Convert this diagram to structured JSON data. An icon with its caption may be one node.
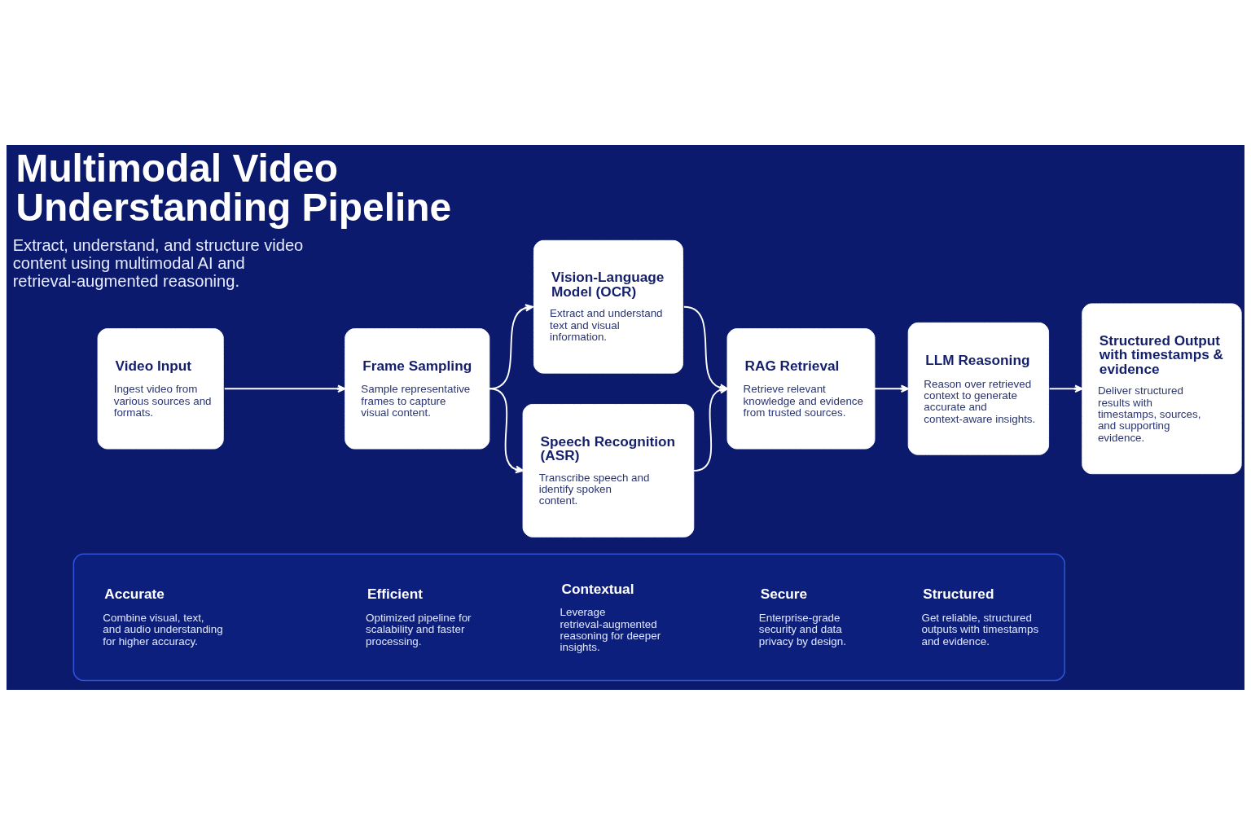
{
  "diagram": {
    "title": "Multimodal Video Understanding Pipeline",
    "nodes": [
      {
        "text": [
          "Video Input",
          "Ingest video from various sources and formats."
        ]
      },
      {
        "text": [
          "Frame Sampling",
          "Sample representative frames to capture visual content."
        ]
      },
      {
        "text": [
          "Vision-Language Model (OCR)",
          "Extract and understand text and visual information."
        ]
      },
      {
        "text": [
          "Speech Recognition (ASR)",
          "Transcribe speech and identify spoken content."
        ]
      },
      {
        "text": [
          "RAG Retrieval",
          "Retrieve relevant knowledge and evidence from trusted sources."
        ]
      },
      {
        "text": [
          "LLM Reasoning",
          "Reason over retrieved context to generate accurate and context-aware insights."
        ]
      },
      {
        "text": [
          "Structured Output with timestamps & evidence",
          "Deliver structured results with timestamps, sources, and supporting evidence."
        ]
      },
      {
        "text": [],
        "shape": "box"
      },
      {
        "text": [
          "Accurate",
          "Combine visual, text, and audio understanding for higher accuracy."
        ],
        "in": 7
      },
      {
        "text": [
          "Efficient",
          "Optimized pipeline for scalability and faster processing."
        ],
        "in": 7
      },
      {
        "text": [
          "Contextual",
          "Leverage retrieval-augmented reasoning for deeper insights."
        ],
        "in": 7
      },
      {
        "text": [
          "Secure",
          "Enterprise-grade security and data privacy by design."
        ],
        "in": 7
      },
      {
        "text": [
          "Structured",
          "Get reliable, structured outputs with timestamps and evidence."
        ],
        "in": 7
      }
    ],
    "edges": [
      {
        "from": 0,
        "to": 1,
        "arrow": "to"
      },
      {
        "from": 1,
        "to": 2,
        "arrow": "to"
      },
      {
        "from": 1,
        "to": 3,
        "arrow": "to"
      },
      {
        "from": 2,
        "to": 4,
        "arrow": "to"
      },
      {
        "from": 3,
        "to": 4,
        "arrow": "to"
      },
      {
        "from": 4,
        "to": 5,
        "arrow": "to"
      },
      {
        "from": 5,
        "to": 6,
        "arrow": "to"
      }
    ],
    "labels": [
      "Extract, understand, and structure video content using multimodal AI and retrieval-augmented reasoning."
    ]
  }
}
